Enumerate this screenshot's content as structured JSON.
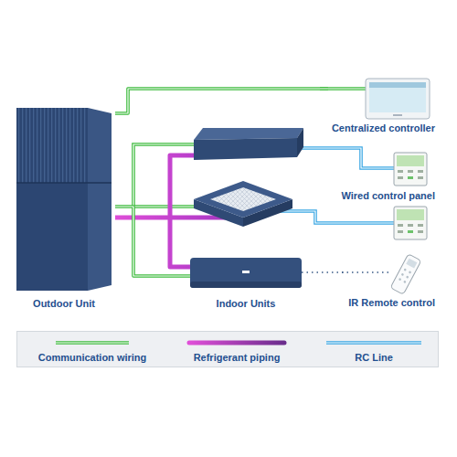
{
  "diagram": {
    "nodes": [
      {
        "text": [
          "Outdoor Unit"
        ]
      },
      {
        "text": [
          "Indoor Units"
        ]
      },
      {
        "text": [
          "Centralized controller"
        ]
      },
      {
        "text": [
          "Wired control panel"
        ]
      },
      {
        "text": [
          "IR Remote control"
        ]
      }
    ],
    "edges": [
      {
        "from": 0,
        "to": 2,
        "arrow": "none"
      },
      {
        "from": 0,
        "to": 1,
        "arrow": "none"
      },
      {
        "from": 0,
        "to": 1,
        "arrow": "none"
      },
      {
        "from": 1,
        "to": 4,
        "arrow": "none"
      }
    ],
    "legend": [
      {
        "text": "Communication wiring"
      },
      {
        "text": "Refrigerant piping"
      },
      {
        "text": "RC Line"
      }
    ]
  }
}
